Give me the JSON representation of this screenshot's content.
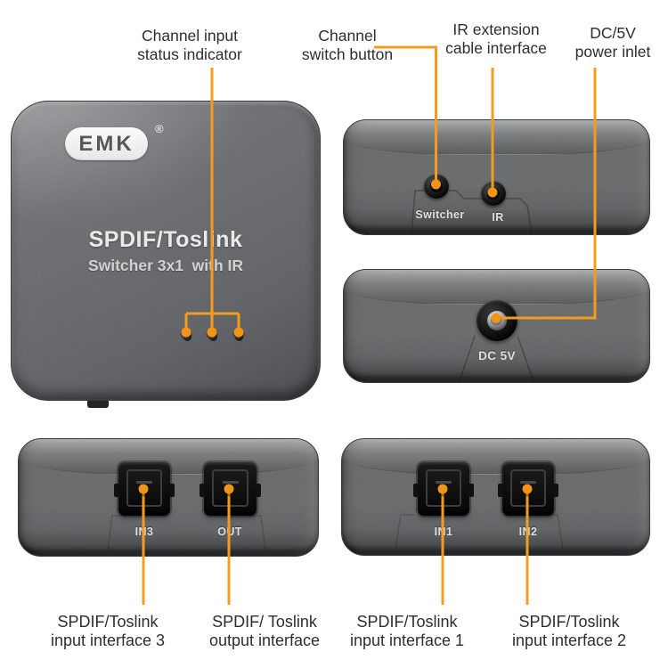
{
  "callouts": {
    "status_indicator": {
      "line1": "Channel input",
      "line2": "status indicator"
    },
    "channel_switch": {
      "line1": "Channel",
      "line2": "switch button"
    },
    "ir_extension": {
      "line1": "IR extension",
      "line2": "cable interface"
    },
    "dc_power": {
      "line1": "DC/5V",
      "line2": "power inlet"
    },
    "input3": {
      "line1": "SPDIF/Toslink",
      "line2": "input interface 3"
    },
    "output": {
      "line1": "SPDIF/ Toslink",
      "line2": "output interface"
    },
    "input1": {
      "line1": "SPDIF/Toslink",
      "line2": "input interface 1"
    },
    "input2": {
      "line1": "SPDIF/Toslink",
      "line2": "input interface 2"
    }
  },
  "device": {
    "brand_logo": "EMK",
    "registered_mark": "®",
    "front_title": "SPDIF/Toslink",
    "front_subtitle": "Switcher 3x1  with IR",
    "port_labels": {
      "switcher": "Switcher",
      "ir": "IR",
      "dc": "DC 5V",
      "in3": "IN3",
      "out": "OUT",
      "in1": "IN1",
      "in2": "IN2"
    }
  },
  "colors": {
    "annotation_orange": "#F59C1E",
    "annotation_dot": "#F29414",
    "device_body_gray": "#646567",
    "label_text": "#2E2E2E",
    "device_text": "#E8E8E8",
    "background": "#FFFFFF"
  }
}
